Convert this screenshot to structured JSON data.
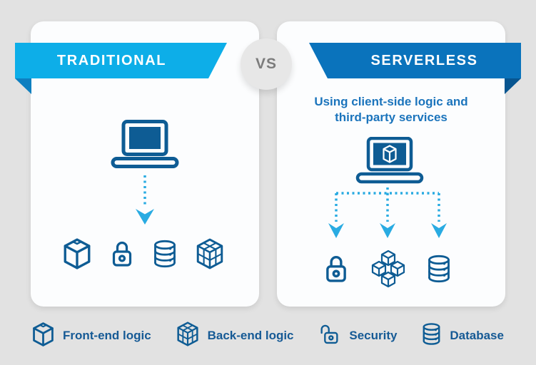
{
  "vs_badge": {
    "label": "VS"
  },
  "traditional": {
    "title": "TRADITIONAL",
    "icons": [
      "front-end-cube",
      "security-lock",
      "database",
      "back-end-cube"
    ]
  },
  "serverless": {
    "title": "SERVERLESS",
    "subtitle_line1": "Using client-side logic and",
    "subtitle_line2": "third-party services",
    "icons": [
      "security-lock",
      "back-end-cubes",
      "database"
    ]
  },
  "legend": {
    "items": [
      {
        "icon": "front-end-cube-icon",
        "label": "Front-end logic"
      },
      {
        "icon": "back-end-cube-icon",
        "label": "Back-end logic"
      },
      {
        "icon": "security-lock-icon",
        "label": "Security"
      },
      {
        "icon": "database-icon",
        "label": "Database"
      }
    ]
  },
  "colors": {
    "background": "#e2e2e2",
    "card": "#fcfdfe",
    "ribbon_traditional": "#0daee8",
    "ribbon_traditional_fold": "#0e7fc0",
    "ribbon_serverless": "#0a73bc",
    "ribbon_serverless_fold": "#075590",
    "icon_dark_blue": "#0e5c94",
    "arrow_light_blue": "#29abe2",
    "subtitle_text": "#1b74bc",
    "legend_text": "#165a95",
    "vs_text": "#7c7c7c",
    "vs_circle": "#e7e7e7"
  }
}
